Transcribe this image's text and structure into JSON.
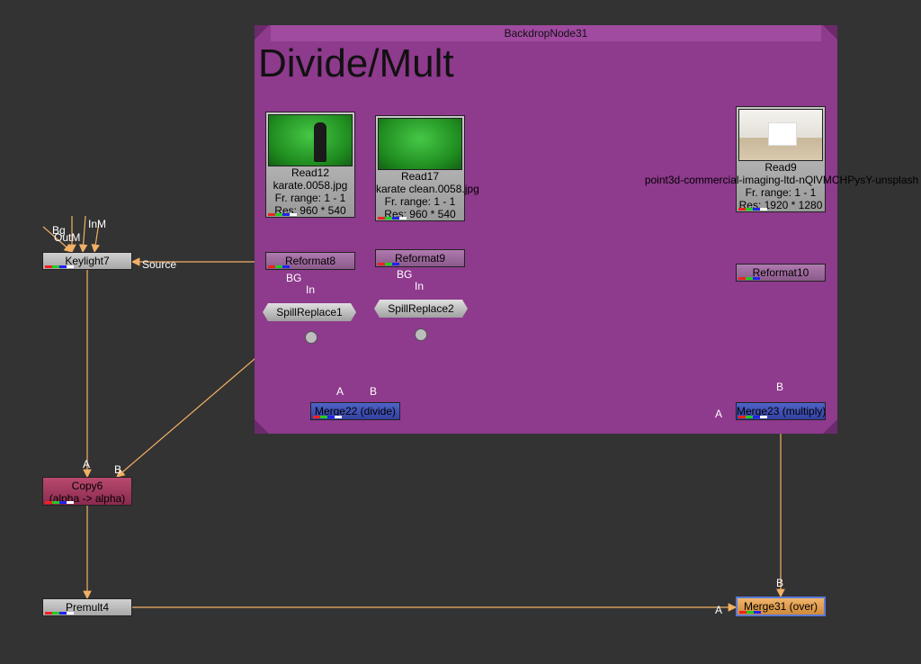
{
  "backdrop": {
    "title": "BackdropNode31",
    "heading": "Divide/Mult"
  },
  "nodes": {
    "read12": {
      "name": "Read12",
      "file": "karate.0058.jpg",
      "range": "Fr. range: 1 - 1",
      "res": "Res: 960 * 540"
    },
    "read17": {
      "name": "Read17",
      "file": "karate clean.0058.jpg",
      "range": "Fr. range: 1 - 1",
      "res": "Res: 960 * 540"
    },
    "read9": {
      "name": "Read9",
      "file": "point3d-commercial-imaging-ltd-nQlVMCHPysY-unsplash",
      "range": "Fr. range: 1 - 1",
      "res": "Res: 1920 * 1280"
    },
    "reformat8": "Reformat8",
    "reformat9": "Reformat9",
    "reformat10": "Reformat10",
    "spill1": "SpillReplace1",
    "spill2": "SpillReplace2",
    "merge22": "Merge22 (divide)",
    "merge23": "Merge23 (multiply)",
    "keylight7": "Keylight7",
    "copy6": {
      "name": "Copy6",
      "desc": "(alpha -> alpha)"
    },
    "premult4": "Premult4",
    "merge31": "Merge31 (over)"
  },
  "inputs": {
    "bg": "Bg",
    "outm": "OutM",
    "inm": "InM",
    "source": "Source",
    "bg_spill": "BG",
    "in_spill": "In",
    "a": "A",
    "b": "B"
  },
  "colors": {
    "background": "#333333",
    "backdrop": "#8e3a8d",
    "pipe": "#f2b065"
  }
}
